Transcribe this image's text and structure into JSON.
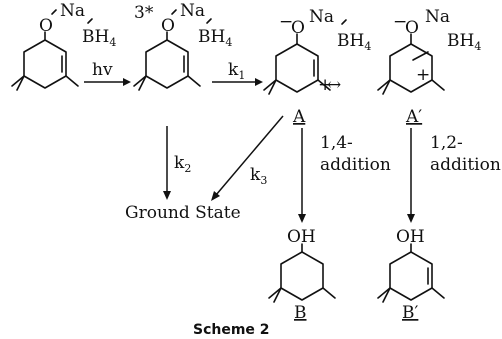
{
  "species": {
    "start": {
      "top_atom": "O",
      "cation": "Na",
      "anion_main": "BH",
      "anion_sub": "4"
    },
    "excited": {
      "state_mark": "3*",
      "top_atom": "O",
      "cation": "Na",
      "anion_main": "BH",
      "anion_sub": "4"
    },
    "A": {
      "charge_minus": "−",
      "top_atom": "O",
      "cation": "Na",
      "anion_main": "BH",
      "anion_sub": "4",
      "ring_charge": "+",
      "label": "A"
    },
    "A_prime": {
      "charge_minus": "−",
      "top_atom": "O",
      "cation": "Na",
      "anion_main": "BH",
      "anion_sub": "4",
      "ring_charge": "+",
      "label": "A′"
    },
    "B": {
      "group": "OH",
      "label": "B"
    },
    "B_prime": {
      "group": "OH",
      "label": "B′"
    }
  },
  "arrows": {
    "photo": {
      "label": "hv"
    },
    "k1": {
      "main": "k",
      "sub": "1"
    },
    "k2": {
      "main": "k",
      "sub": "2"
    },
    "k3": {
      "main": "k",
      "sub": "3"
    },
    "resonance": {
      "glyph": "↔"
    },
    "add14": {
      "line1": "1,4-",
      "line2": "addition"
    },
    "add12": {
      "line1": "1,2-",
      "line2": "addition"
    }
  },
  "ground_state": "Ground State",
  "caption": "Scheme 2"
}
